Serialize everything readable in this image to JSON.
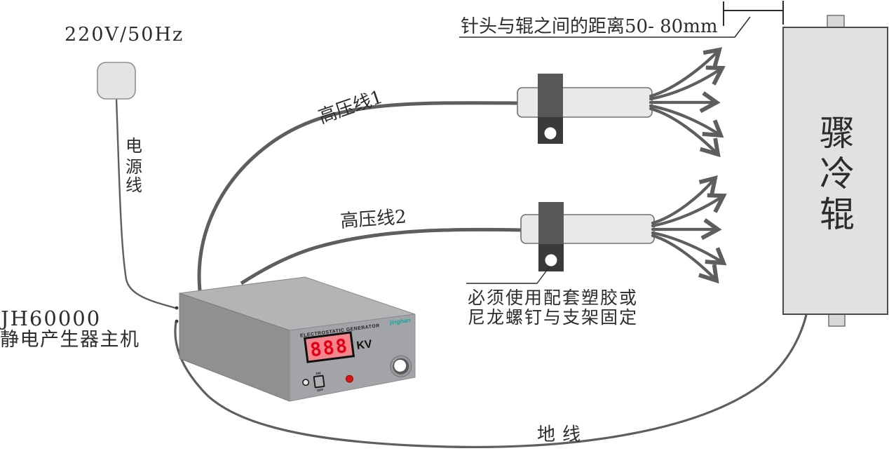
{
  "diagram": {
    "power": {
      "label": "220V/50Hz",
      "cord_chars": [
        "电",
        "源",
        "线"
      ]
    },
    "generator": {
      "model": "JH60000",
      "name": "静电产生器主机",
      "panel": {
        "title": "ELECTROSTATIC GENERATOR",
        "display_value": "888",
        "unit": "KV",
        "brand": "jinghan",
        "switch_on": "ON",
        "switch_off": "OFF"
      }
    },
    "cables": {
      "hv1": "高压线1",
      "hv2": "高压线2",
      "ground": "地线"
    },
    "notes": {
      "distance": "针头与辊之间的距离50- 80mm",
      "fixing_line1": "必须使用配套塑胶或",
      "fixing_line2": "尼龙螺钉与支架固定"
    },
    "roller": {
      "name": "骤冷辊",
      "chars": [
        "骤",
        "冷",
        "辊"
      ]
    }
  },
  "colors": {
    "display_bg": "#f2868c",
    "display_digits": "#e30016",
    "brand_teal": "#14a99f",
    "led_red": "#dd1414",
    "device_top": "#b3b4b6",
    "device_side": "#8e9092",
    "device_panel": "#a2a4a7",
    "metal_light": "#e4e4e5",
    "cable_gray": "#5c5e60",
    "annotation": "#2a2a2a"
  }
}
